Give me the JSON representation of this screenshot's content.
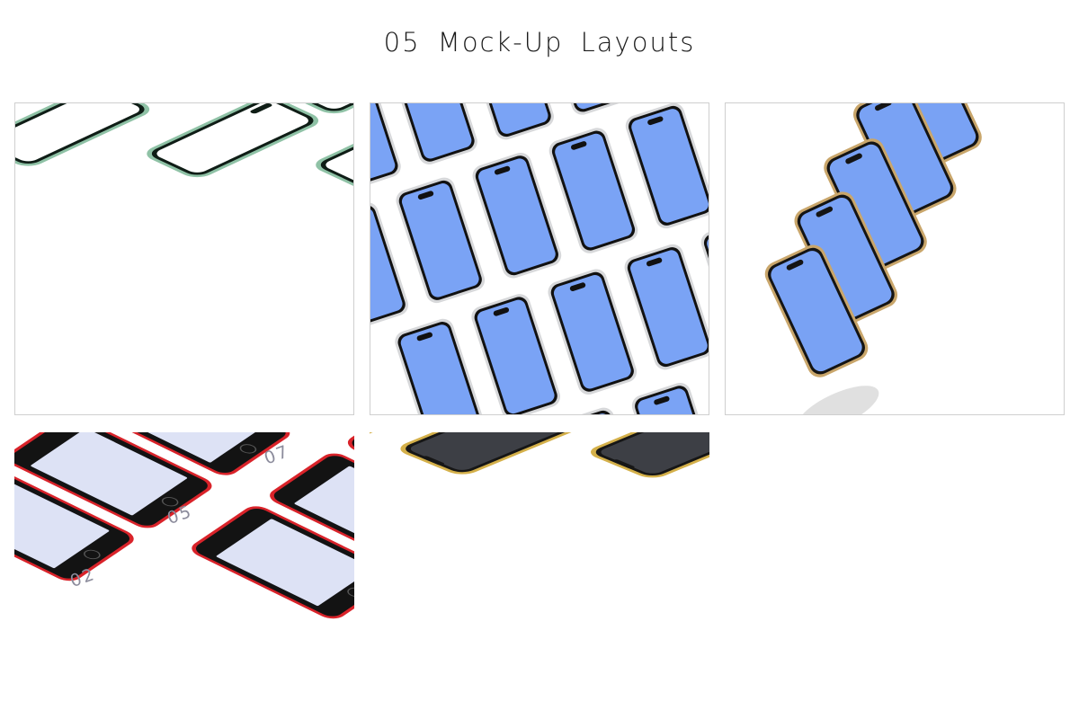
{
  "header": {
    "title": "05 Mock-Up Layouts"
  },
  "tiles": [
    {
      "theme": "white-screens-green-frames",
      "frame_color": "#8fc2a6",
      "screen_color": "#ffffff"
    },
    {
      "theme": "blue-screens-silver-frames",
      "frame_color": "#d7d8da",
      "screen_color": "#7aa3f5"
    },
    {
      "theme": "blue-screens-gold-frames-stack",
      "frame_color": "#c9a66b",
      "screen_color": "#79a2f4"
    },
    {
      "theme": "numbered-red-phones",
      "frame_color": "#d9232a",
      "screen_color": "#dde2f5",
      "labels": [
        "02",
        "05",
        "07"
      ]
    },
    {
      "theme": "dark-screens-gold-red-frames",
      "frame_color": "#d4b04a",
      "screen_color": "#3d3f45"
    }
  ]
}
